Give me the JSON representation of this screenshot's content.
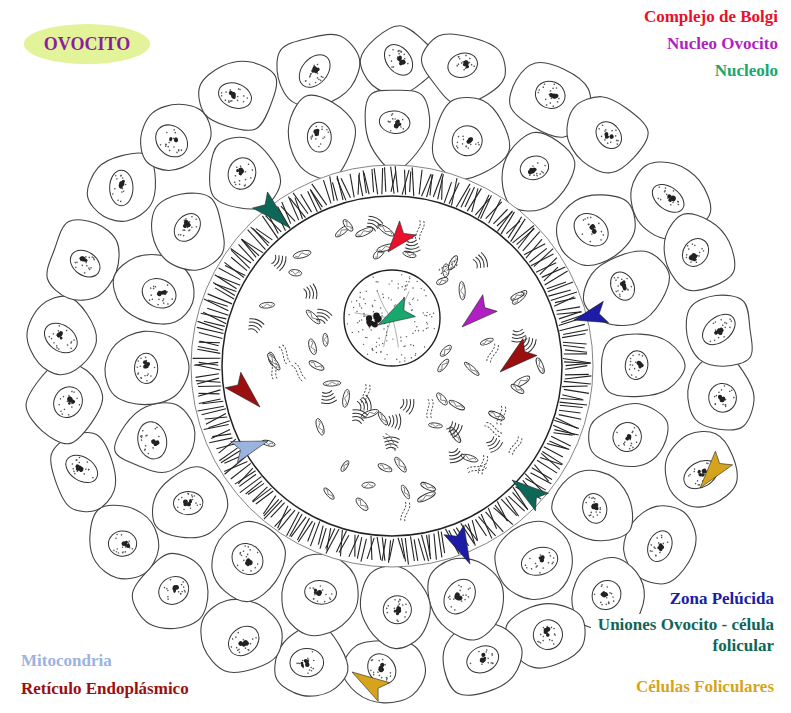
{
  "diagram": {
    "title": "OVOCITO",
    "legend": [
      {
        "text": "Complejo de Bolgi",
        "color": "#e8102a"
      },
      {
        "text": "Nucleo Ovocito",
        "color": "#b01fc2"
      },
      {
        "text": "Nucleolo",
        "color": "#17a86e"
      },
      {
        "text": "Zona Pelúcida",
        "color": "#1c1ca6"
      },
      {
        "text": "Uniones Ovocito - célula folicular",
        "color": "#0e6656"
      },
      {
        "text": "Células Foliculares",
        "color": "#d6a41c"
      },
      {
        "text": "Mitocondria",
        "color": "#9bb3df"
      },
      {
        "text": "Retículo Endoplásmico",
        "color": "#9a1010"
      }
    ]
  }
}
